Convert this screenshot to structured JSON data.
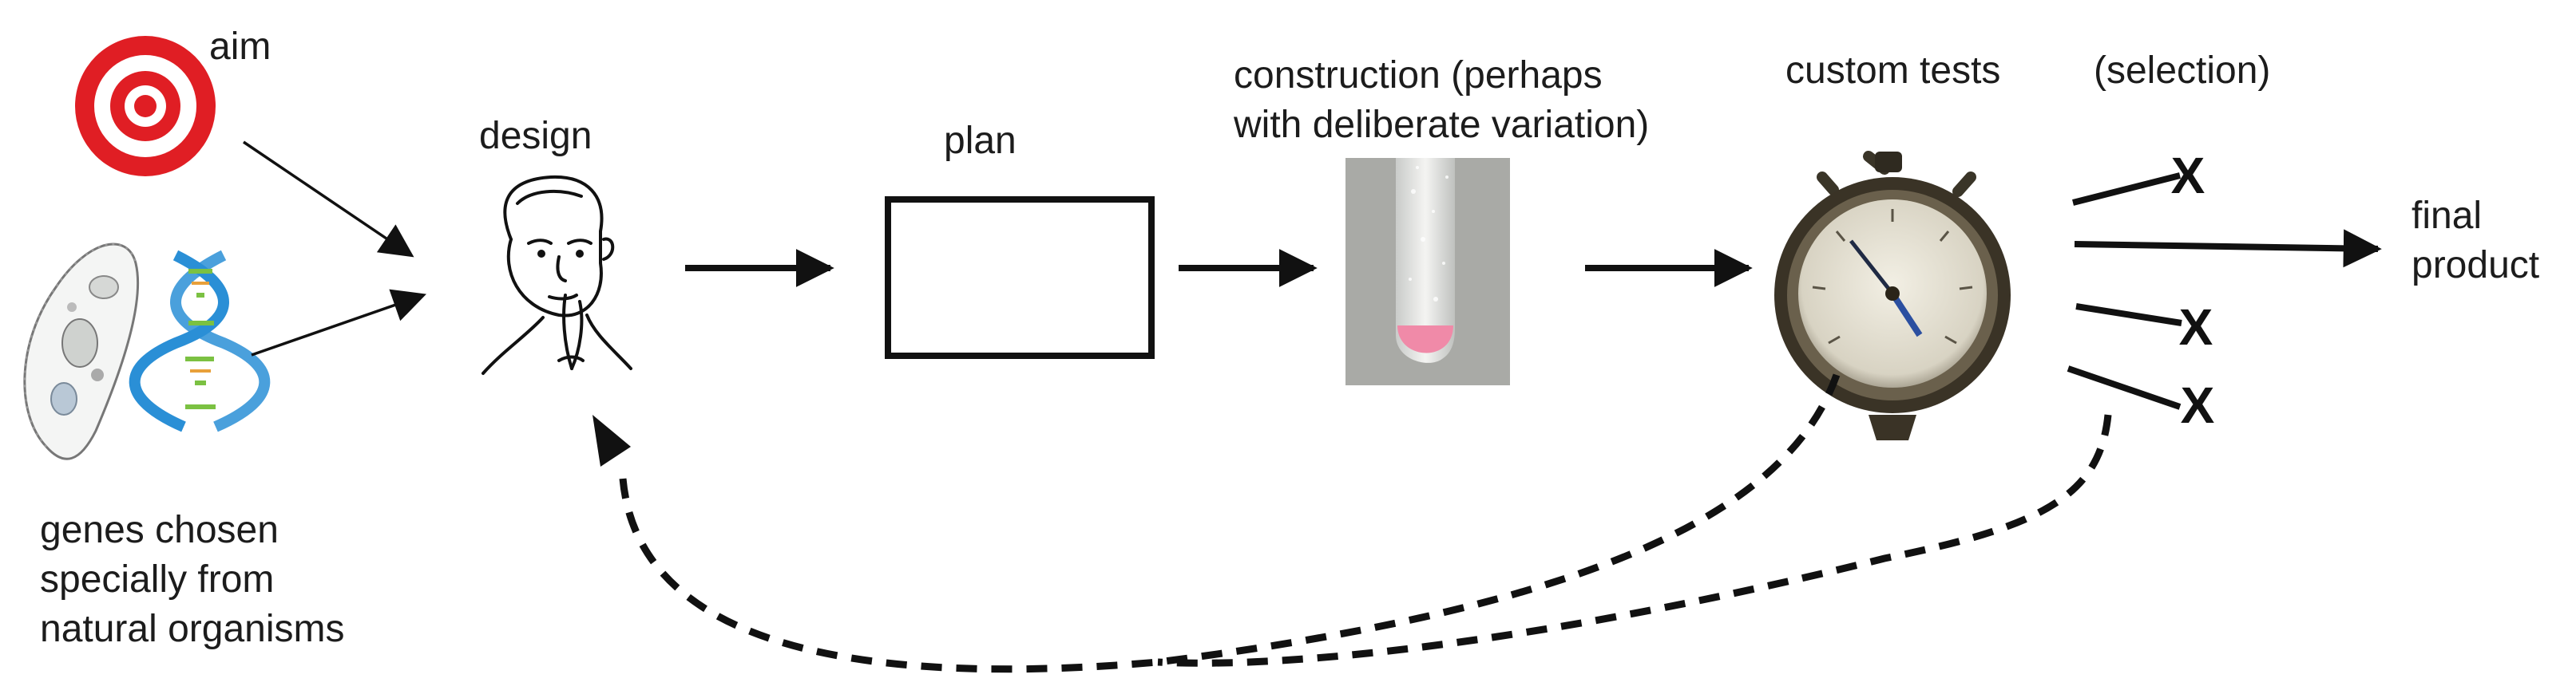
{
  "labels": {
    "aim": "aim",
    "design": "design",
    "plan": "plan",
    "construction": "construction (perhaps\nwith deliberate variation)",
    "custom_tests": "custom tests",
    "selection": "(selection)",
    "final_product": "final\nproduct",
    "genes": "genes chosen\nspecially from\nnatural organisms"
  },
  "selection_marks": [
    "X",
    "X",
    "X"
  ],
  "icons": {
    "aim": "target-icon",
    "organism": "paramecium-icon",
    "dna": "dna-double-helix-icon",
    "designer": "thinking-person-icon",
    "construction": "test-tube-icon",
    "tests": "stopwatch-gauge-icon"
  },
  "colors": {
    "target_red": "#e01e24",
    "dna_blue": "#2a8fd6",
    "dna_green": "#7bc142",
    "test_tube_liquid": "#f08aa8",
    "photo_bg": "#a9aaa6",
    "ink": "#111111"
  }
}
